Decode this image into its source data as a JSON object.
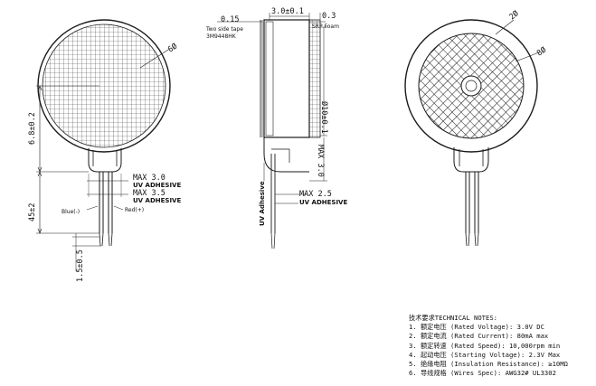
{
  "front_view": {
    "diameter_label": "6Ø",
    "height_body": "6.8±0.2",
    "lead_length": "45±2",
    "lead_end": "1.5±0.5",
    "wire_blue": "Blue(-)",
    "wire_red": "Red(+)",
    "max_30_label": "MAX 3.0",
    "uv_adhesive_1": "UV ADHESIVE",
    "max_35_label": "MAX 3.5",
    "uv_adhesive_2": "UV ADHESIVE"
  },
  "side_view": {
    "tape_thickness": "0.15",
    "tape_label_1": "Two side tape",
    "tape_label_2": "3M9448HK",
    "body_thickness": "3.0±0.1",
    "foam_thickness": "0.3",
    "foam_label": "SRP Foam",
    "diameter": "Ø10±0.1",
    "max_30_vertical": "MAX 3.0",
    "uv_adhesive_vertical": "UV Adhesive",
    "max_25_label": "MAX 2.5",
    "uv_adhesive_3": "UV ADHESIVE"
  },
  "back_view": {
    "label_2": "2Ø",
    "label_8": "8Ø"
  },
  "notes": {
    "title": "技术要求TECHNICAL NOTES:",
    "items": [
      "1. 额定电压 (Rated Voltage): 3.0V DC",
      "2. 额定电流 (Rated Current): 80mA max",
      "3. 额定转速 (Rated Speed): 10,000rpm min",
      "4. 起动电压 (Starting Voltage): 2.3V Max",
      "5. 绝缘电阻 (Insulation Resistance): ≥10MΩ",
      "6. 导线规格 (Wires Spec): AWG32# UL3302"
    ]
  },
  "colors": {
    "line": "#1a1a1a",
    "hatch": "#333333",
    "background": "#ffffff"
  }
}
